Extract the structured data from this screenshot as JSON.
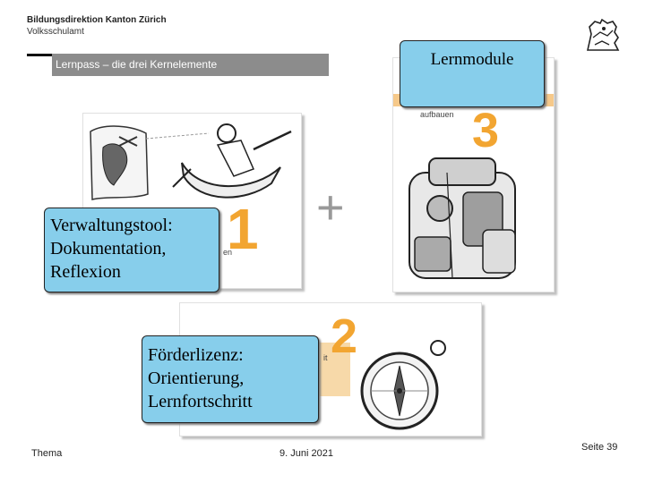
{
  "header": {
    "org_line1": "Bildungsdirektion Kanton Zürich",
    "org_line2": "Volksschulamt"
  },
  "banner": {
    "title": "Lernpass – die drei Kernelemente"
  },
  "panels": {
    "num1": "1",
    "num2": "2",
    "num3": "3",
    "plus": "+",
    "fragment_1": "en",
    "fragment_2": "it",
    "fragment_3": "aufbauen"
  },
  "callouts": {
    "lernmodule": "Lernmodule",
    "verwaltung": [
      "Verwaltungstool:",
      "Dokumentation,",
      "Reflexion"
    ],
    "foerderlizenz": [
      "Förderlizenz:",
      "Orientierung,",
      "Lernfortschritt"
    ]
  },
  "footer": {
    "topic": "Thema",
    "date": "9. Juni 2021",
    "page": "Seite 39"
  },
  "colors": {
    "callout_fill": "#87ceeb",
    "accent_orange": "#f2a531",
    "banner_gray": "#8c8c8c"
  }
}
